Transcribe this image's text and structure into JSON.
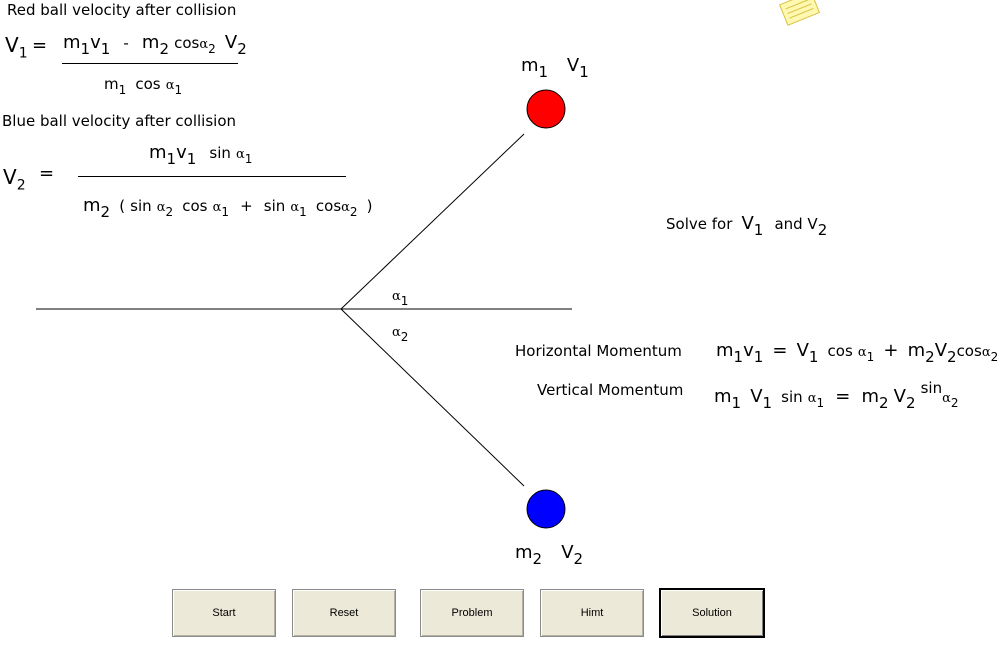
{
  "red_section": {
    "heading": "Red ball velocity after collision",
    "lhs": "V",
    "lhs_sub": "1",
    "equals": "=",
    "num_m": "m",
    "num_m_sub": "1",
    "num_v": "v",
    "num_v_sub": "1",
    "num_minus": "-",
    "num_m2": "m",
    "num_m2_sub": "2",
    "num_cos": "cos",
    "num_alpha": "α",
    "num_alpha_sub": "2",
    "num_V": "V",
    "num_V_sub": "2",
    "den_m": "m",
    "den_m_sub": "1",
    "den_cos": "cos",
    "den_alpha": "α",
    "den_alpha_sub": "1"
  },
  "blue_section": {
    "heading": "Blue ball velocity after collision",
    "lhs": "V",
    "lhs_sub": "2",
    "equals": "=",
    "num_m": "m",
    "num_m_sub": "1",
    "num_v": "v",
    "num_v_sub": "1",
    "num_sin": "sin",
    "num_alpha": "α",
    "num_alpha_sub": "1",
    "den_m": "m",
    "den_m_sub": "2",
    "den_open": "(",
    "den_sin1": "sin",
    "den_alpha2": "α",
    "den_alpha2_sub": "2",
    "den_cos1": "cos",
    "den_alpha1": "α",
    "den_alpha1_sub": "1",
    "den_plus": "+",
    "den_sin2": "sin",
    "den_alpha1b": "α",
    "den_alpha1b_sub": "1",
    "den_cos2": "cos",
    "den_alpha2b": "α",
    "den_alpha2b_sub": "2",
    "den_close": ")"
  },
  "diagram": {
    "red_label_m": "m",
    "red_label_m_sub": "1",
    "red_label_v": "V",
    "red_label_v_sub": "1",
    "blue_label_m": "m",
    "blue_label_m_sub": "2",
    "blue_label_v": "V",
    "blue_label_v_sub": "2",
    "angle1": "α",
    "angle1_sub": "1",
    "angle2": "α",
    "angle2_sub": "2",
    "red_color": "#ff0000",
    "blue_color": "#0000ff"
  },
  "solve": {
    "text": "Solve for",
    "v1": "V",
    "v1_sub": "1",
    "and": "and V",
    "v2_sub": "2"
  },
  "horizontal": {
    "label": "Horizontal Momentum",
    "m1": "m",
    "m1_sub": "1",
    "v1": "v",
    "v1_sub": "1",
    "eq": "=",
    "V1": "V",
    "V1_sub": "1",
    "cos": "cos",
    "alpha1": "α",
    "alpha1_sub": "1",
    "plus": "+",
    "m2": "m",
    "m2_sub": "2",
    "V2": "V",
    "V2_sub": "2",
    "cos2": "cos",
    "alpha2": "α",
    "alpha2_sub": "2"
  },
  "vertical": {
    "label": "Vertical Momentum",
    "m1": "m",
    "m1_sub": "1",
    "V1": "V",
    "V1_sub": "1",
    "sin": "sin",
    "alpha1": "α",
    "alpha1_sub": "1",
    "eq": "=",
    "m2": "m",
    "m2_sub": "2",
    "V2": "V",
    "V2_sub": "2",
    "sin2": "sin",
    "alpha2": "α",
    "alpha2_sub": "2"
  },
  "buttons": {
    "start": "Start",
    "reset": "Reset",
    "problem": "Problem",
    "hint": "Himt",
    "solution": "Solution"
  }
}
